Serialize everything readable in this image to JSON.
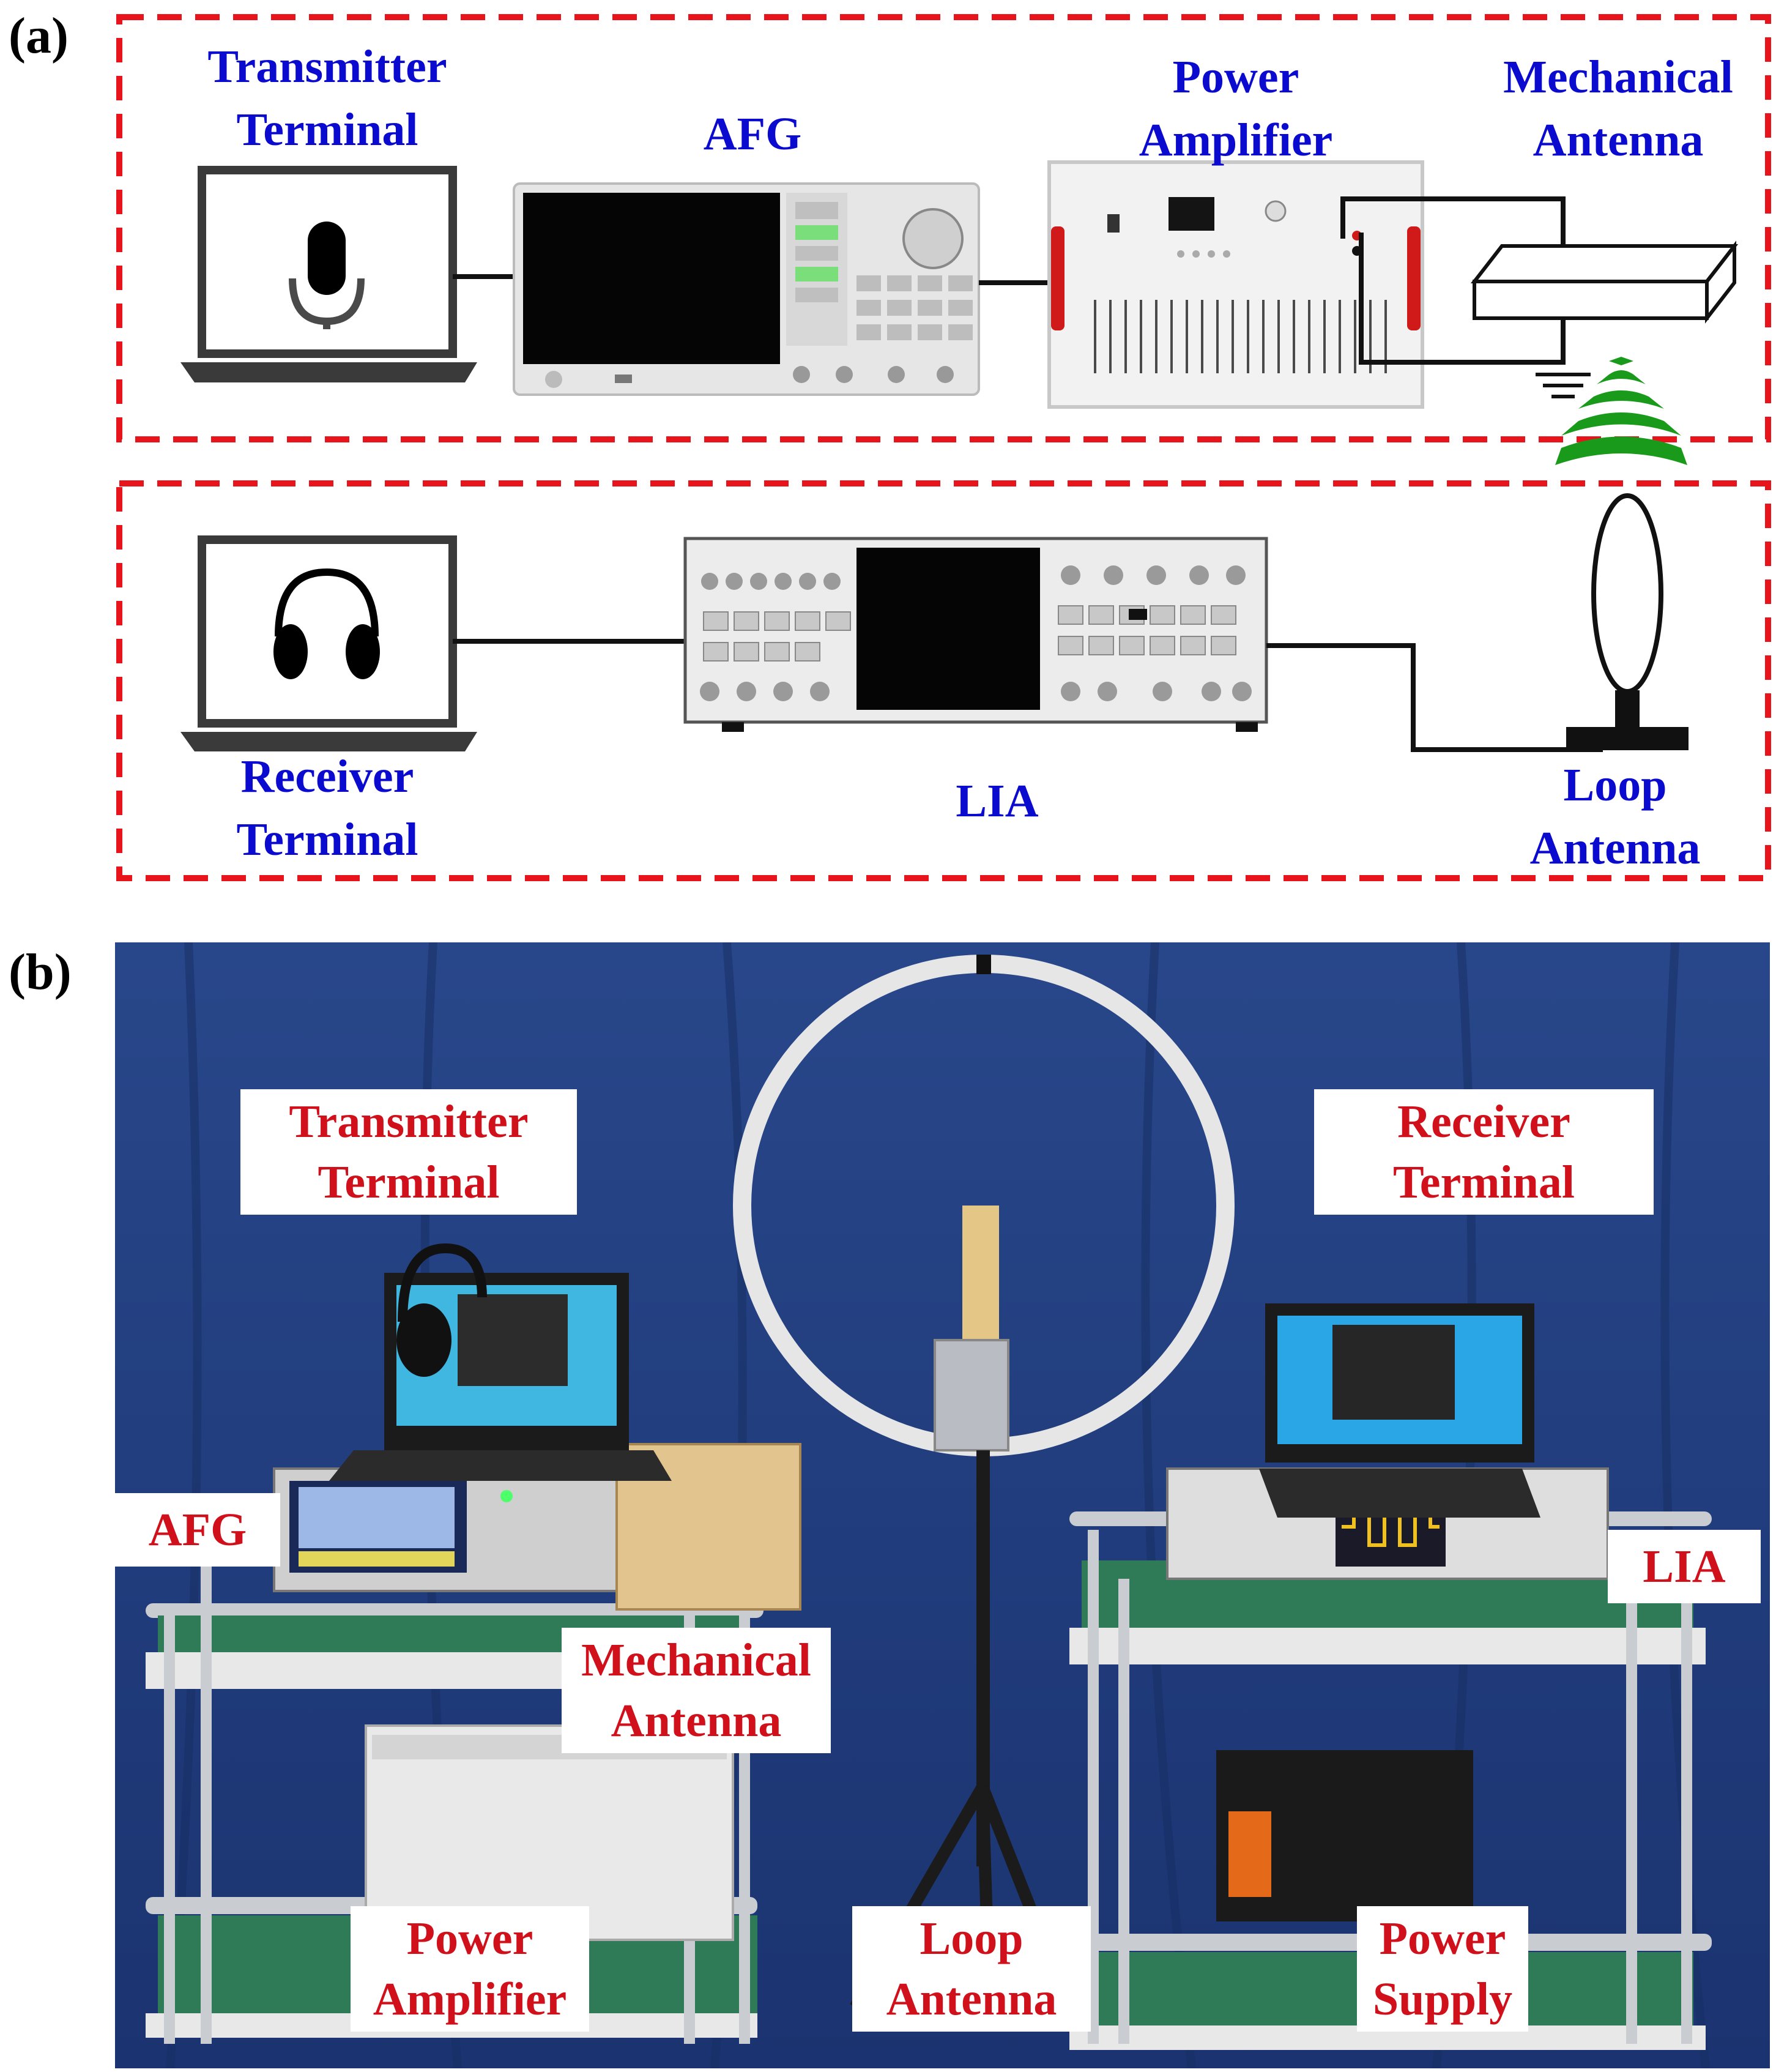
{
  "panel_a": {
    "label": "(a)",
    "transmitter_terminal": [
      "Transmitter",
      "Terminal"
    ],
    "afg": "AFG",
    "power_amplifier": [
      "Power",
      "Amplifier"
    ],
    "mechanical_antenna": [
      "Mechanical",
      "Antenna"
    ],
    "receiver_terminal": [
      "Receiver",
      "Terminal"
    ],
    "lia": "LIA",
    "loop_antenna": [
      "Loop",
      "Antenna"
    ]
  },
  "panel_b": {
    "label": "(b)",
    "transmitter_terminal": [
      "Transmitter",
      "Terminal"
    ],
    "receiver_terminal": [
      "Receiver",
      "Terminal"
    ],
    "afg": "AFG",
    "lia": "LIA",
    "mechanical_antenna": [
      "Mechanical",
      "Antenna"
    ],
    "power_amplifier": [
      "Power",
      "Amplifier"
    ],
    "loop_antenna": [
      "Loop",
      "Antenna"
    ],
    "power_supply": [
      "Power",
      "Supply"
    ]
  },
  "colors": {
    "dashed_border": "#e8141c",
    "label_blue": "#0b0bd0",
    "label_red": "#d0101a",
    "wave_green": "#1a9a1a",
    "backdrop_blue": "#1f3a78"
  }
}
